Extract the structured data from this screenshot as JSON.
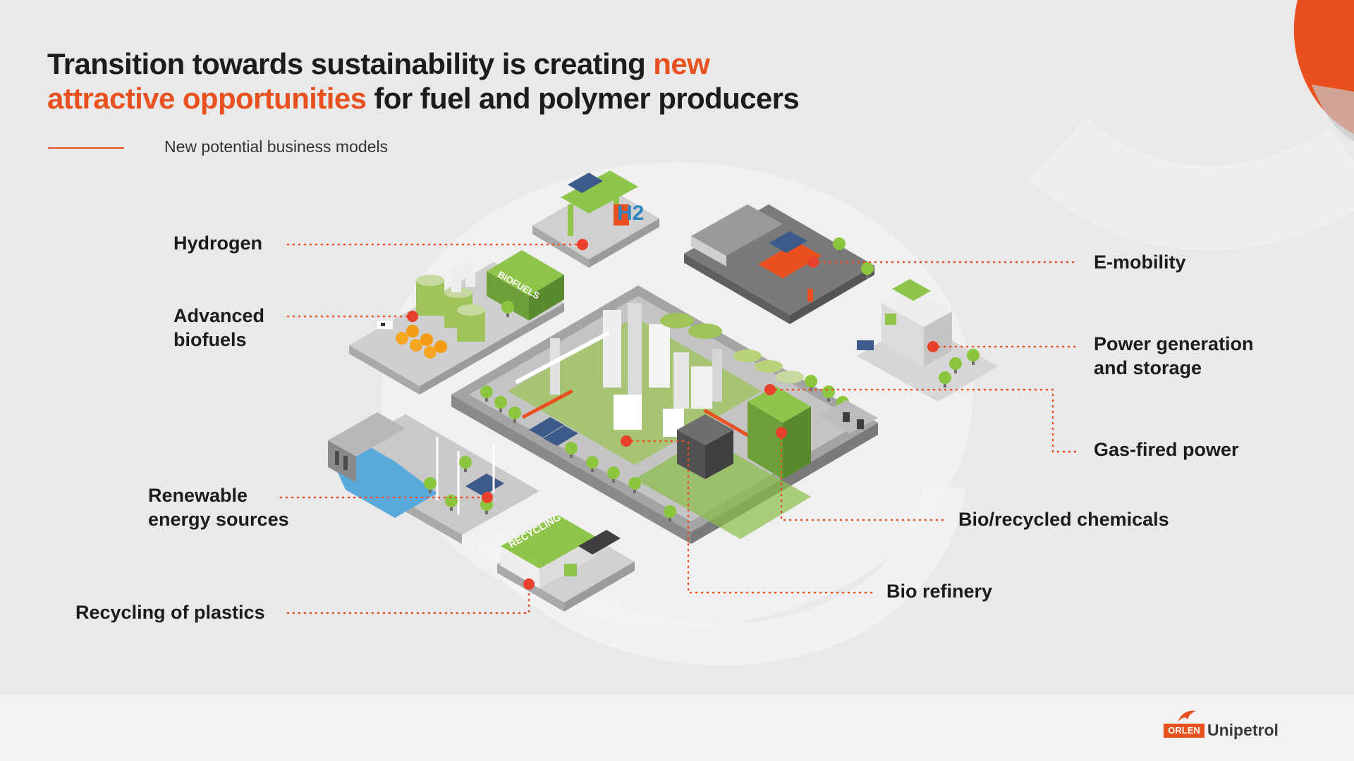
{
  "slide": {
    "title_part1": "Transition towards sustainability is creating ",
    "title_highlight": "new attractive opportunities",
    "title_part2": " for fuel and polymer producers",
    "subtitle": "New potential business models",
    "accent_color": "#e9501f"
  },
  "labels": {
    "hydrogen": "Hydrogen",
    "advanced_biofuels_l1": "Advanced",
    "advanced_biofuels_l2": "biofuels",
    "renewable_l1": "Renewable",
    "renewable_l2": "energy sources",
    "recycling_plastics": "Recycling of plastics",
    "e_mobility": "E-mobility",
    "power_gen_l1": "Power generation",
    "power_gen_l2": "and storage",
    "gas_fired": "Gas-fired power",
    "bio_recycled_chem": "Bio/recycled chemicals",
    "bio_refinery": "Bio refinery"
  },
  "illustration": {
    "biofuels_sign": "BIOFUELS",
    "recycling_sign": "RECYCLING",
    "hydrogen_sign": "H2"
  },
  "brand": {
    "logo_badge": "ORLEN",
    "logo_name": "Unipetrol"
  }
}
